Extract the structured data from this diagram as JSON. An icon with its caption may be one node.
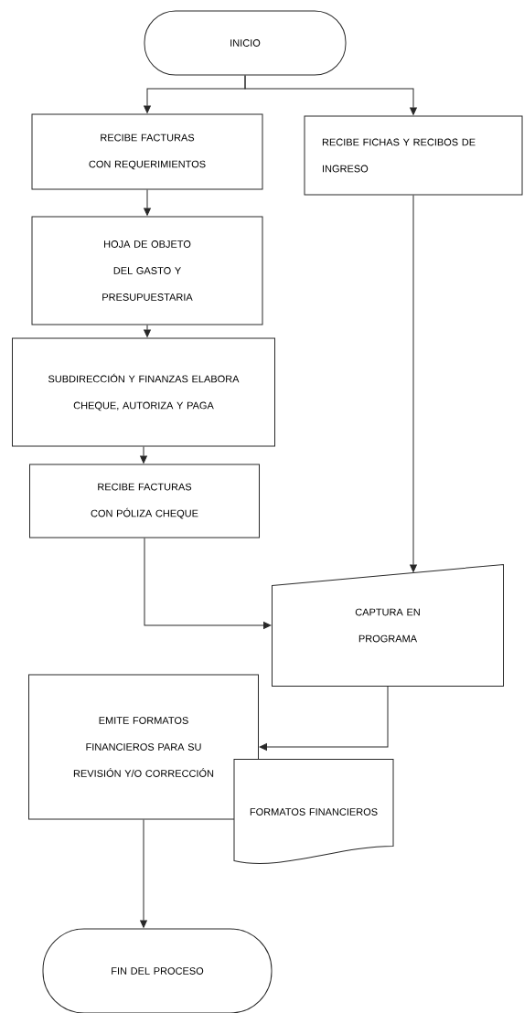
{
  "diagram": {
    "nodes": [
      {
        "text": [
          "INICIO"
        ]
      },
      {
        "text": [
          "RECIBE FACTURAS CON REQUERIMIENTOS"
        ]
      },
      {
        "text": [
          "RECIBE FICHAS Y RECIBOS DE INGRESO"
        ]
      },
      {
        "text": [
          "HOJA DE OBJETO DEL GASTO Y PRESUPUESTARIA"
        ]
      },
      {
        "text": [
          "SUBDIRECCIÓN Y FINANZAS ELABORA CHEQUE, AUTORIZA Y PAGA"
        ]
      },
      {
        "text": [
          "RECIBE FACTURAS CON PÓLIZA CHEQUE"
        ]
      },
      {
        "text": [
          "CAPTURA EN PROGRAMA"
        ]
      },
      {
        "text": [
          "EMITE FORMATOS FINANCIEROS PARA SU REVISIÓN Y/O CORRECCIÓN"
        ]
      },
      {
        "text": [
          "FORMATOS FINANCIEROS"
        ]
      },
      {
        "text": [
          "FIN DEL PROCESO"
        ]
      }
    ],
    "edges": [
      {
        "from": 0,
        "to": 1,
        "arrow": "to"
      },
      {
        "from": 0,
        "to": 2,
        "arrow": "to"
      },
      {
        "from": 1,
        "to": 3,
        "arrow": "to"
      },
      {
        "from": 3,
        "to": 4,
        "arrow": "to"
      },
      {
        "from": 4,
        "to": 5,
        "arrow": "to"
      },
      {
        "from": 5,
        "to": 6,
        "arrow": "to"
      },
      {
        "from": 2,
        "to": 6,
        "arrow": "to"
      },
      {
        "from": 6,
        "to": 7,
        "arrow": "to"
      },
      {
        "from": 7,
        "to": 9,
        "arrow": "to"
      }
    ]
  }
}
